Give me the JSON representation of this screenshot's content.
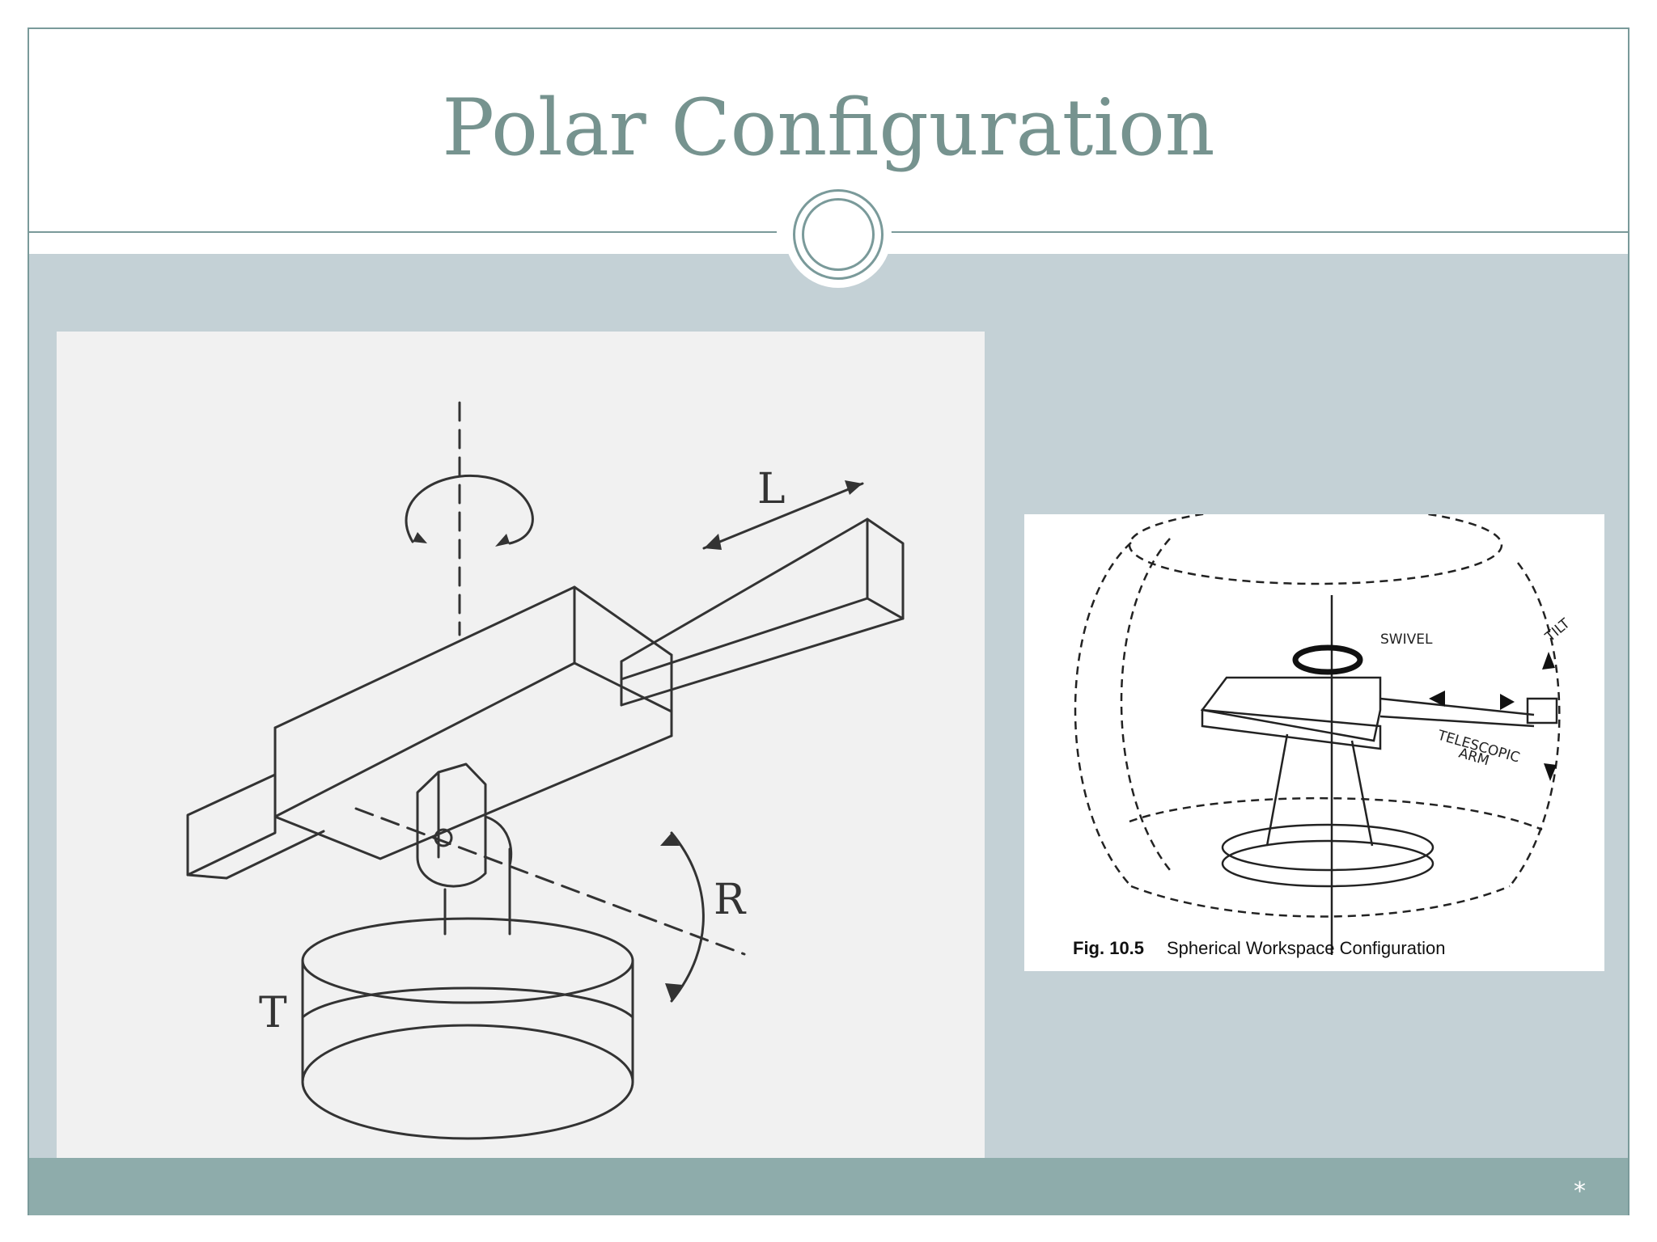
{
  "slide": {
    "title": "Polar Configuration",
    "slide_number": "*"
  },
  "left_figure": {
    "labels": {
      "l": "L",
      "r": "R",
      "t": "T"
    }
  },
  "right_figure": {
    "labels": {
      "swivel": "SWIVEL",
      "tilt": "TILT",
      "telescopic": "TELESCOPIC",
      "arm": "ARM"
    },
    "caption_number": "Fig. 10.5",
    "caption_text": "Spherical Workspace Configuration"
  },
  "colors": {
    "title": "#76938f",
    "content_band": "#c4d1d6",
    "footer_band": "#8eacab",
    "frame": "#7a9a9a"
  }
}
